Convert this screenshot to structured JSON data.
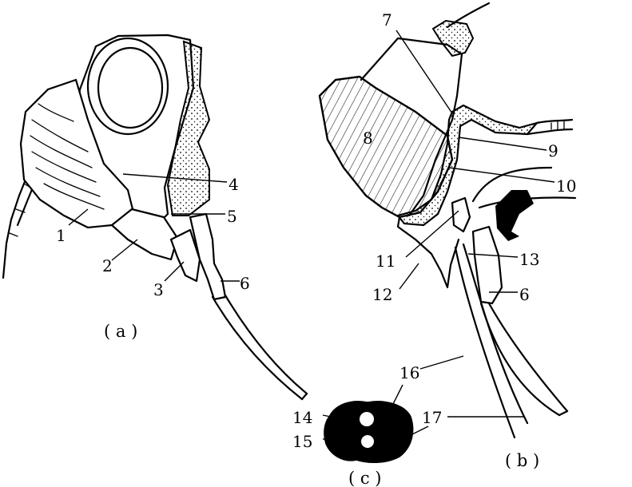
{
  "panels": {
    "a": {
      "caption": "( a )"
    },
    "b": {
      "caption": "( b )"
    },
    "c": {
      "caption": "( c )"
    }
  },
  "labels": {
    "l1": "1",
    "l2": "2",
    "l3": "3",
    "l4": "4",
    "l5": "5",
    "l6a": "6",
    "l7": "7",
    "l8": "8",
    "l9": "9",
    "l10": "10",
    "l11": "11",
    "l12": "12",
    "l13": "13",
    "l6b": "6",
    "l14": "14",
    "l15": "15",
    "l16": "16",
    "l17": "17"
  }
}
